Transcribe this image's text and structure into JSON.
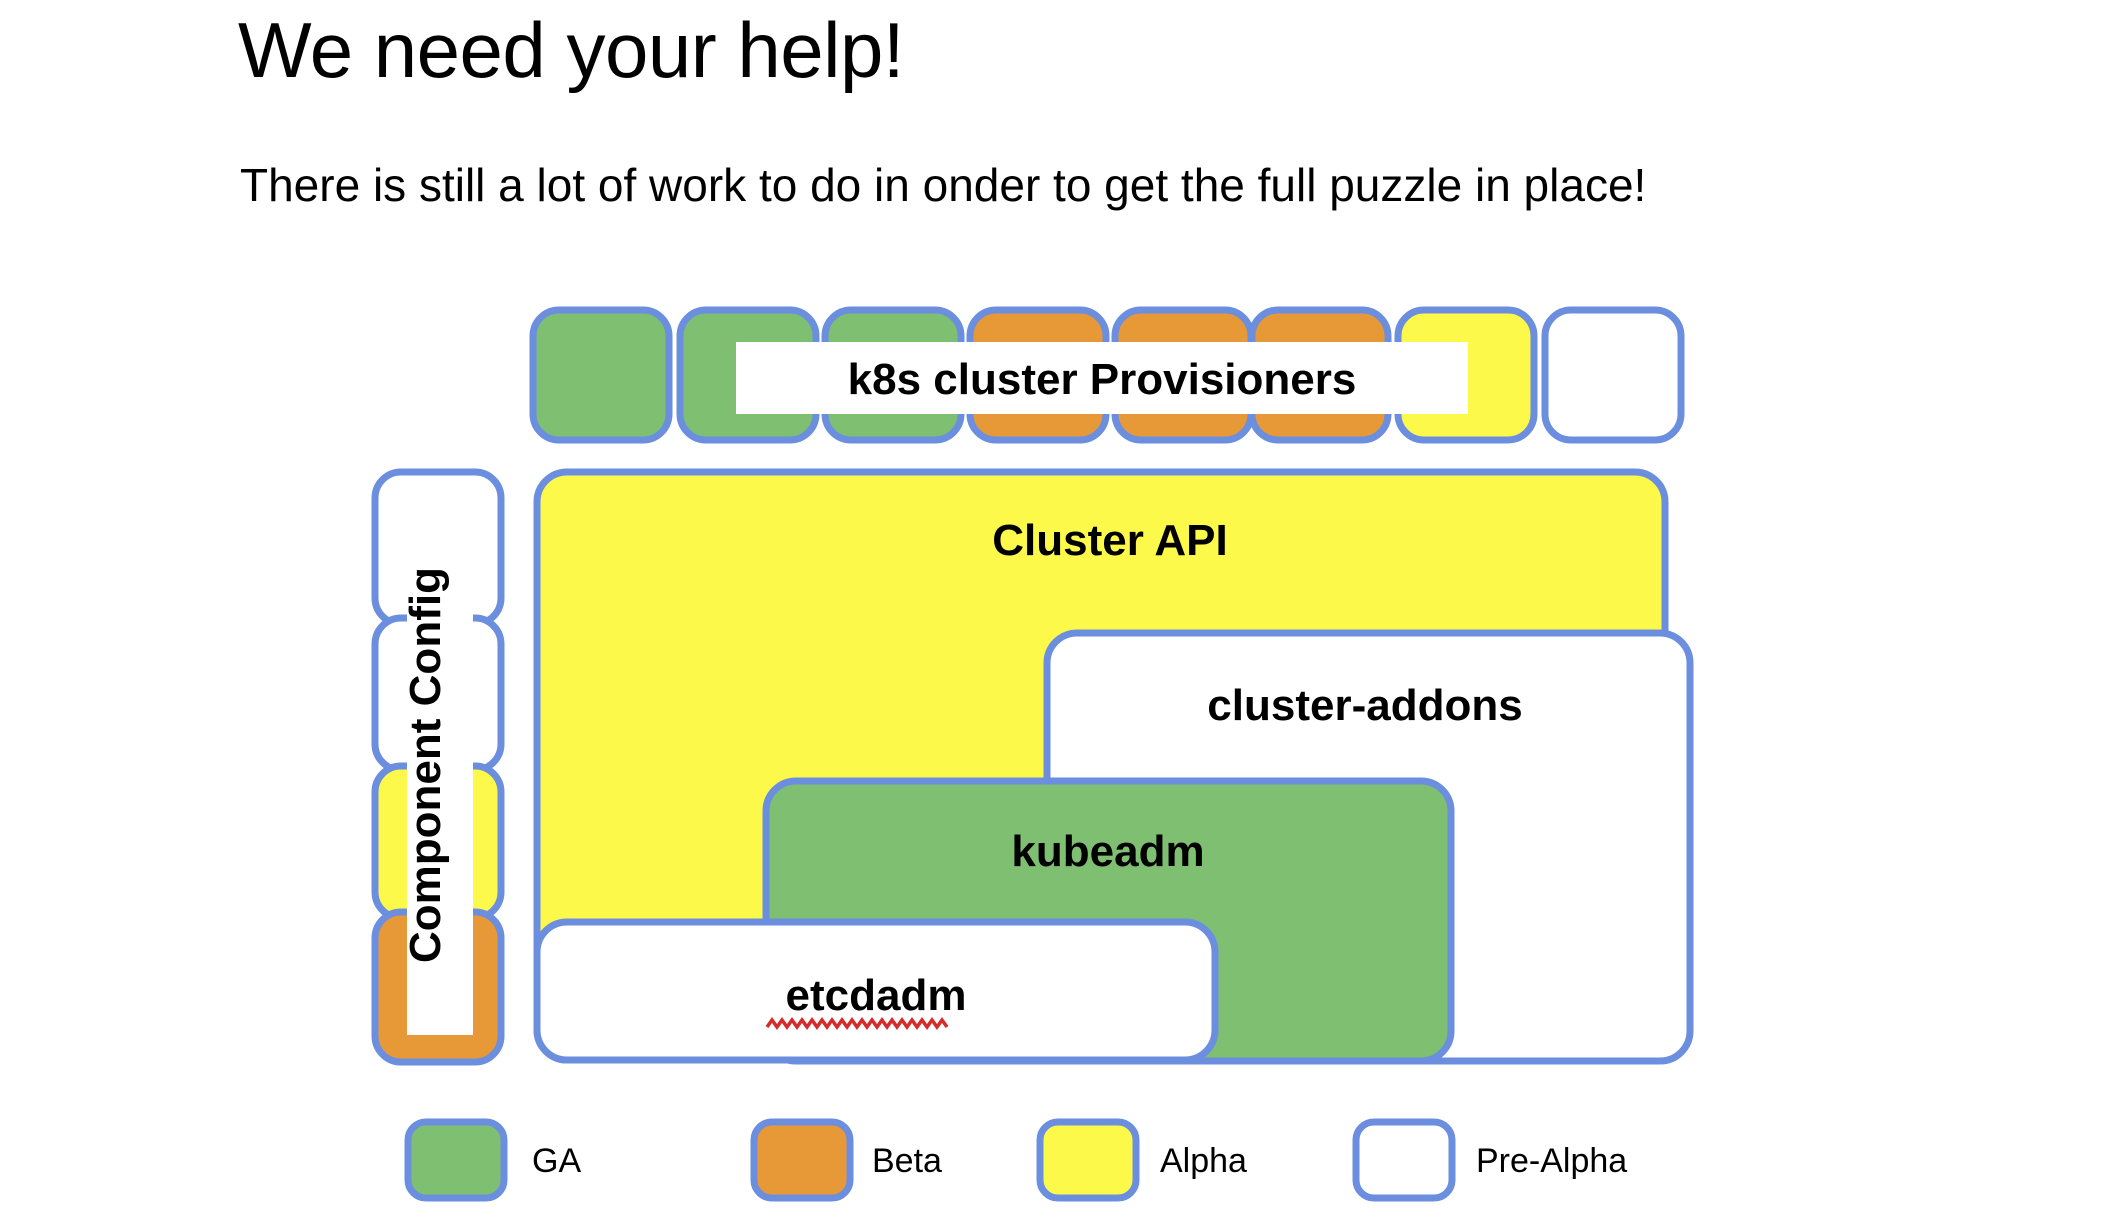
{
  "slide": {
    "title": "We need your help!",
    "subtitle": "There is still a lot of work to do in onder to get the full puzzle in place!"
  },
  "colors": {
    "border": "#6B8EDF",
    "ga_green": "#7FBF72",
    "beta_orange": "#E89937",
    "alpha_yellow": "#FDF94B",
    "prealpha_white": "#FFFFFF",
    "text": "#000000",
    "spellcheck_underline": "#D42B2B",
    "background": "#FFFFFF"
  },
  "diagram": {
    "provisioners_row": {
      "label": "k8s cluster Provisioners",
      "tiles": [
        {
          "name": "provisioner-tile-1",
          "status": "GA"
        },
        {
          "name": "provisioner-tile-2",
          "status": "GA"
        },
        {
          "name": "provisioner-tile-3",
          "status": "GA"
        },
        {
          "name": "provisioner-tile-4",
          "status": "Beta"
        },
        {
          "name": "provisioner-tile-5",
          "status": "Beta"
        },
        {
          "name": "provisioner-tile-6",
          "status": "Beta"
        },
        {
          "name": "provisioner-tile-7",
          "status": "Alpha"
        },
        {
          "name": "provisioner-tile-8",
          "status": "Pre-Alpha"
        }
      ]
    },
    "component_config": {
      "label": "Component Config",
      "tiles": [
        {
          "name": "component-config-tile-1",
          "status": "Pre-Alpha"
        },
        {
          "name": "component-config-tile-2",
          "status": "Pre-Alpha"
        },
        {
          "name": "component-config-tile-3",
          "status": "Alpha"
        },
        {
          "name": "component-config-tile-4",
          "status": "Beta"
        }
      ]
    },
    "blocks": [
      {
        "name": "cluster-api-block",
        "label": "Cluster API",
        "status": "Alpha"
      },
      {
        "name": "cluster-addons-block",
        "label": "cluster-addons",
        "status": "Pre-Alpha"
      },
      {
        "name": "kubeadm-block",
        "label": "kubeadm",
        "status": "GA"
      },
      {
        "name": "etcdadm-block",
        "label": "etcdadm",
        "status": "Pre-Alpha",
        "spellcheck_flagged": true
      }
    ]
  },
  "legend": {
    "items": [
      {
        "label": "GA",
        "status": "GA"
      },
      {
        "label": "Beta",
        "status": "Beta"
      },
      {
        "label": "Alpha",
        "status": "Alpha"
      },
      {
        "label": "Pre-Alpha",
        "status": "Pre-Alpha"
      }
    ]
  }
}
